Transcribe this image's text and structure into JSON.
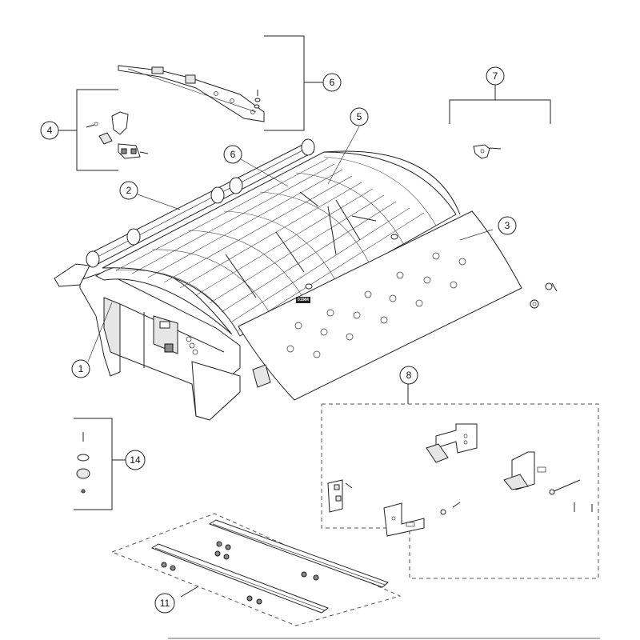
{
  "callouts": [
    "1",
    "2",
    "3",
    "4",
    "5",
    "6",
    "6",
    "7",
    "8",
    "11",
    "14"
  ],
  "plate_text": "01984"
}
